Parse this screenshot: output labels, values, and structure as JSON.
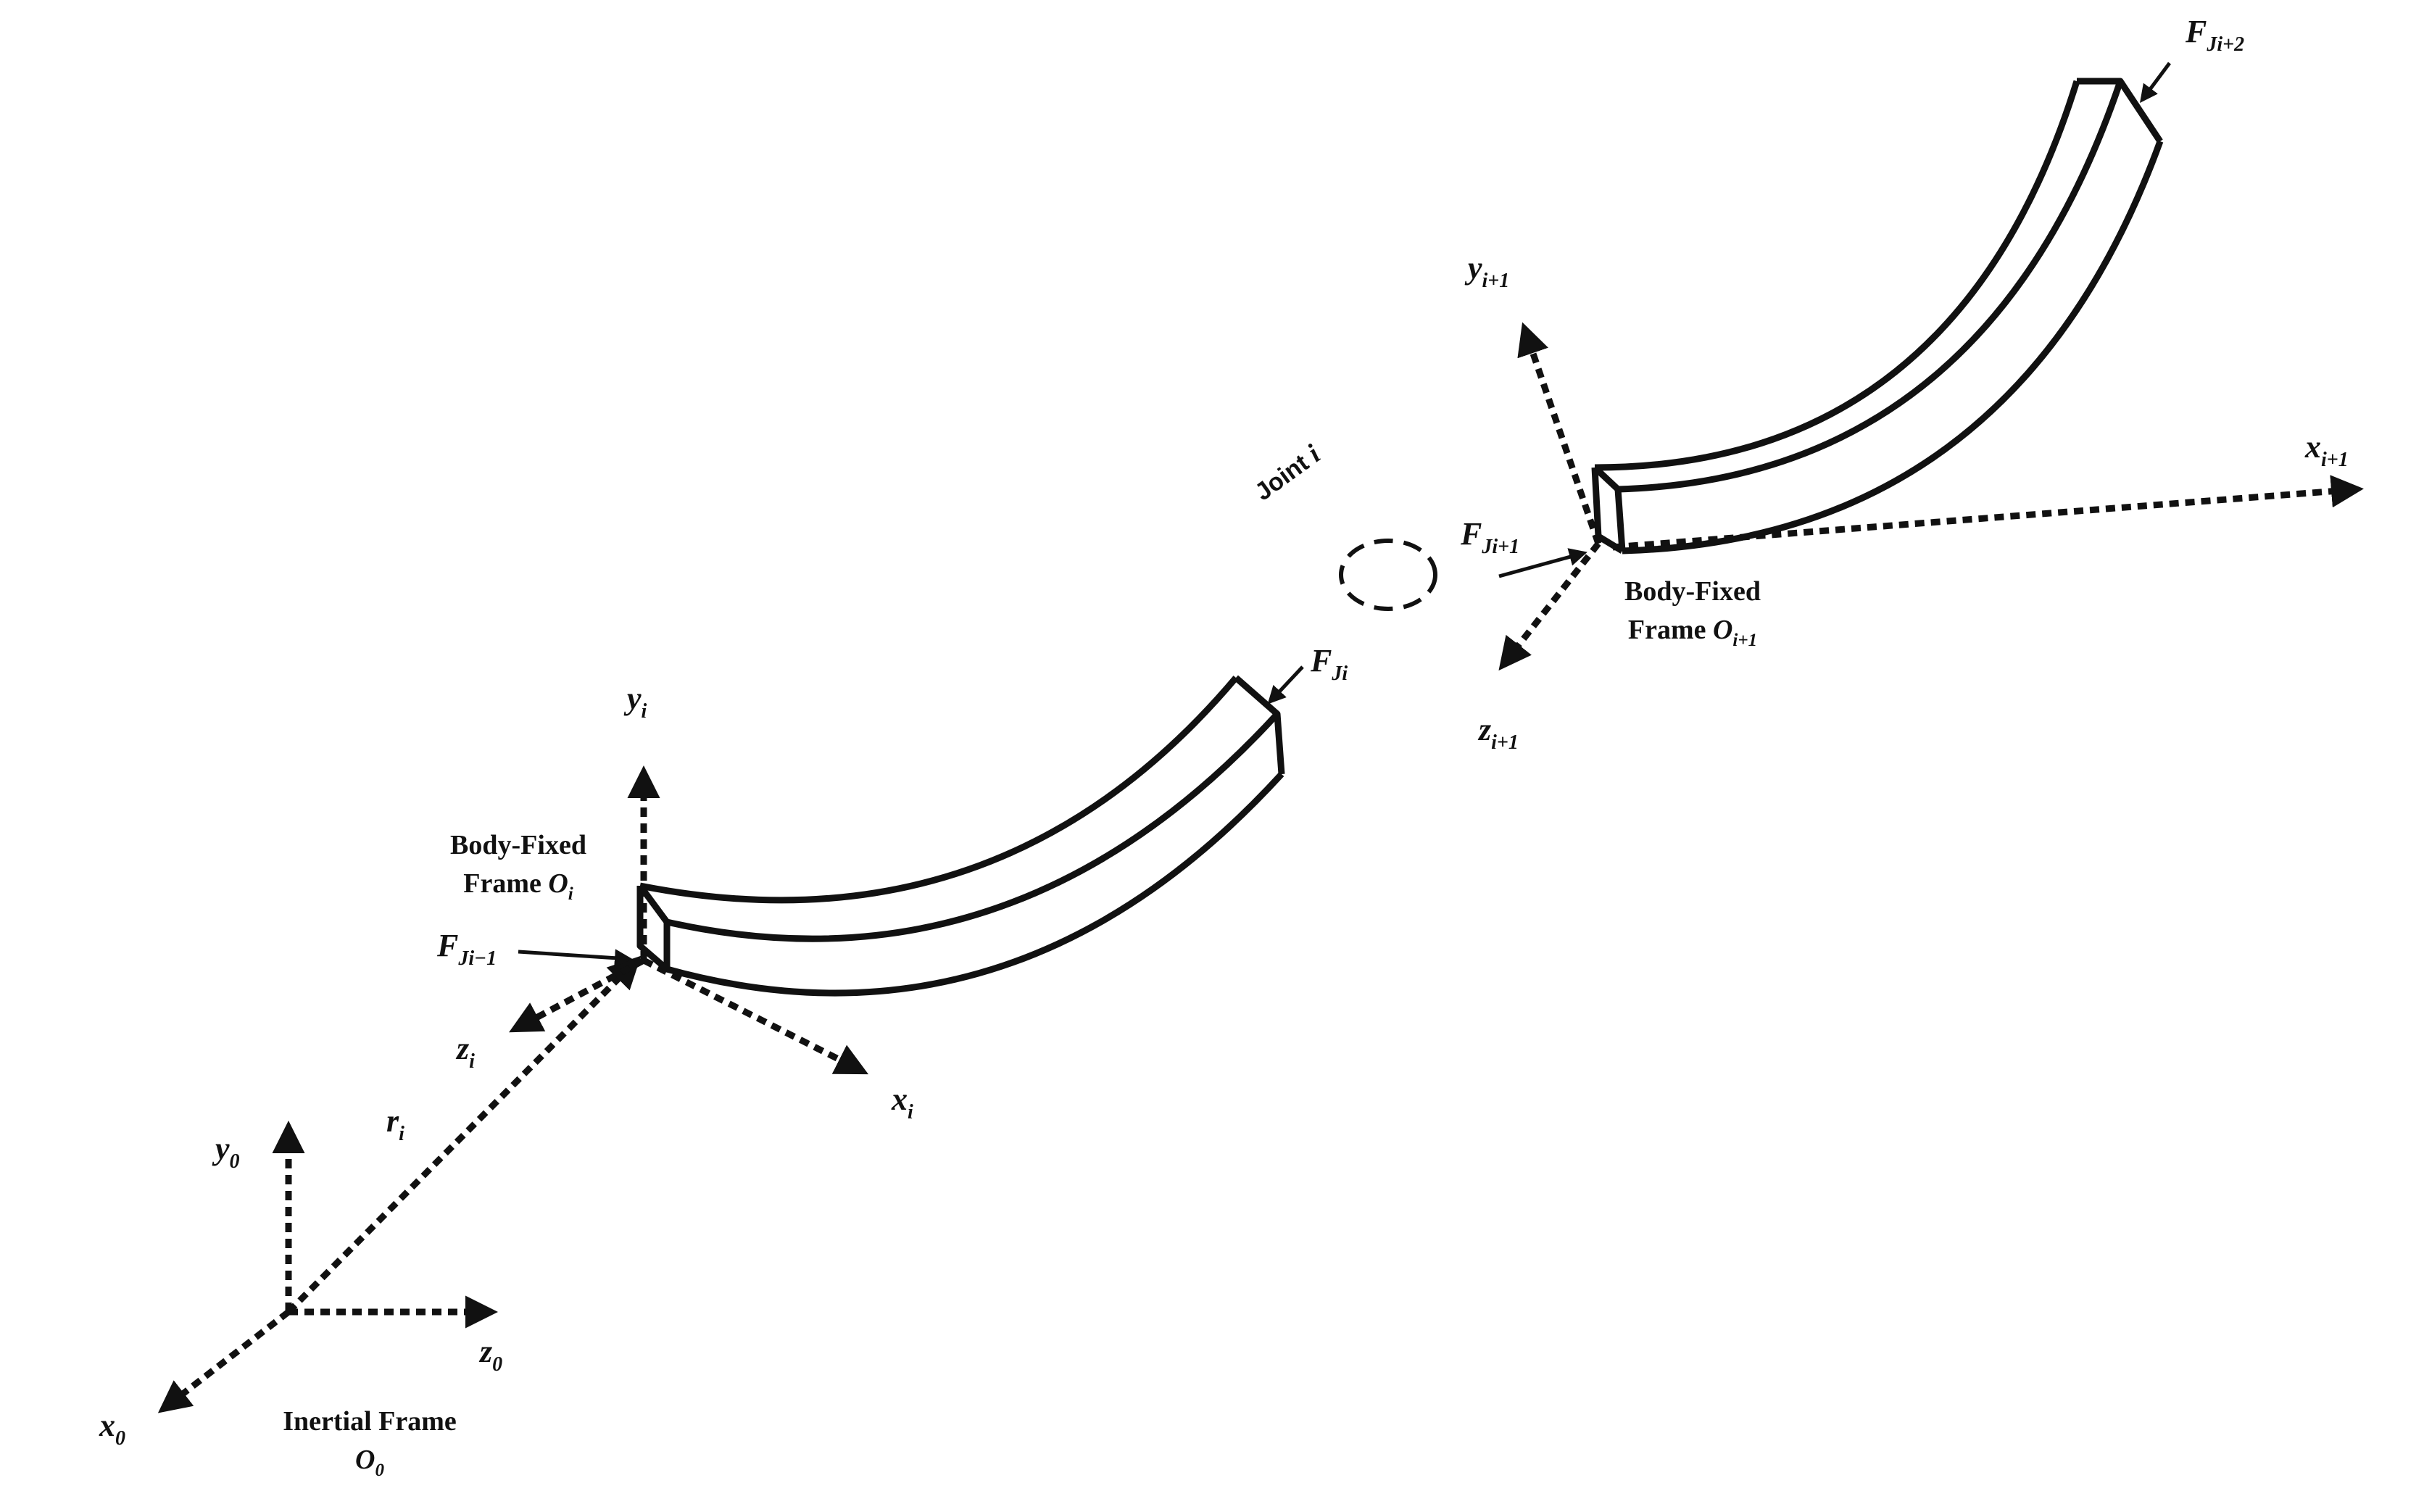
{
  "inertial": {
    "x0": {
      "sym": "x",
      "sub": "0"
    },
    "y0": {
      "sym": "y",
      "sub": "0"
    },
    "z0": {
      "sym": "z",
      "sub": "0"
    },
    "frame_title": "Inertial Frame",
    "frame_sym": "O",
    "frame_sub": "0"
  },
  "position_vector": {
    "sym": "r",
    "sub": "i"
  },
  "body_i": {
    "x": {
      "sym": "x",
      "sub": "i"
    },
    "y": {
      "sym": "y",
      "sub": "i"
    },
    "z": {
      "sym": "z",
      "sub": "i"
    },
    "frame_title": "Body-Fixed",
    "frame_word": "Frame",
    "frame_sym": "O",
    "frame_sub": "i",
    "force_in": {
      "sym": "F",
      "sub": "Ji−1"
    },
    "force_out": {
      "sym": "F",
      "sub": "Ji"
    }
  },
  "joint": {
    "label": "Joint",
    "sym": "i"
  },
  "body_i1": {
    "x": {
      "sym": "x",
      "sub": "i+1"
    },
    "y": {
      "sym": "y",
      "sub": "i+1"
    },
    "z": {
      "sym": "z",
      "sub": "i+1"
    },
    "frame_title": "Body-Fixed",
    "frame_word": "Frame",
    "frame_sym": "O",
    "frame_sub": "i+1",
    "force_in": {
      "sym": "F",
      "sub": "Ji+1"
    },
    "force_out": {
      "sym": "F",
      "sub": "Ji+2"
    }
  },
  "colors": {
    "ink": "#111111",
    "background": "#ffffff"
  }
}
